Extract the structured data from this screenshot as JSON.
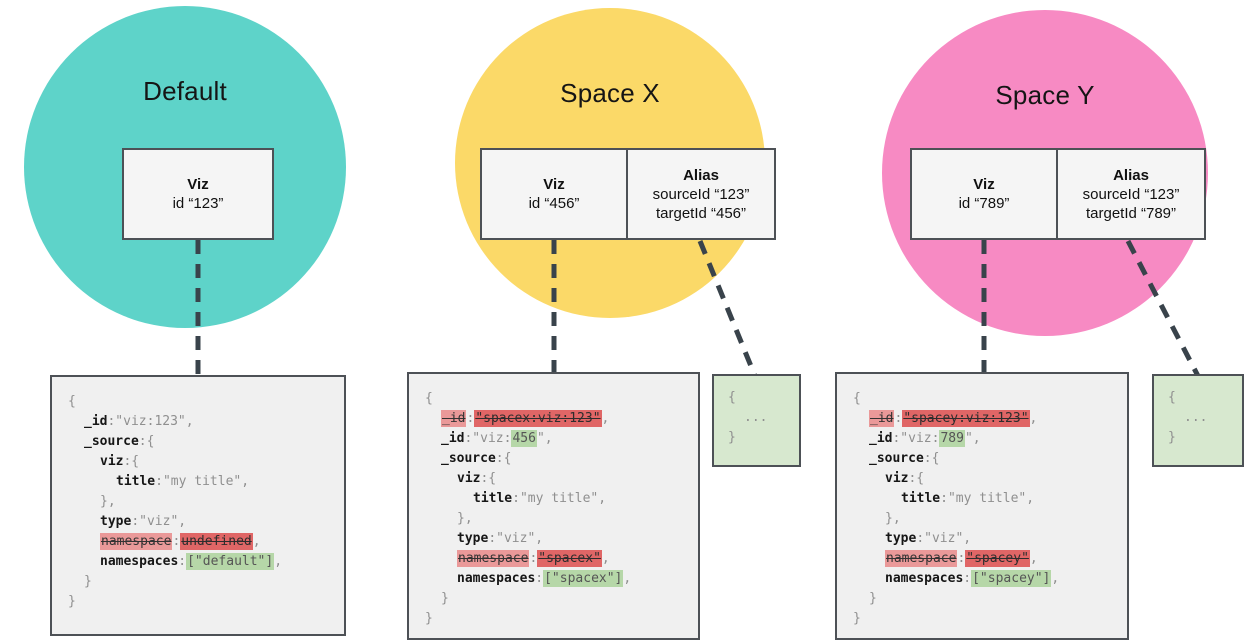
{
  "colors": {
    "connector": "#39434b",
    "doc_background": "#f0f0f0",
    "stub_background": "#d7e8cf",
    "highlight_removed_key": "#ea9999",
    "highlight_removed_value": "#e06666",
    "highlight_added": "#b6d7a8"
  },
  "spaces": [
    {
      "name": "Default",
      "color": "#5ed3c9",
      "cards": [
        {
          "title": "Viz",
          "lines": [
            "id “123”"
          ]
        }
      ]
    },
    {
      "name": "Space X",
      "color": "#fbd968",
      "cards": [
        {
          "title": "Viz",
          "lines": [
            "id “456”"
          ]
        },
        {
          "title": "Alias",
          "lines": [
            "sourceId “123”",
            "targetId “456”"
          ]
        }
      ]
    },
    {
      "name": "Space Y",
      "color": "#f78ac3",
      "cards": [
        {
          "title": "Viz",
          "lines": [
            "id “789”"
          ]
        },
        {
          "title": "Alias",
          "lines": [
            "sourceId “123”",
            "targetId “789”"
          ]
        }
      ]
    }
  ],
  "documents": [
    {
      "variant": "full",
      "lines": [
        {
          "indent": 0,
          "segs": [
            {
              "t": "{",
              "k": "plain"
            }
          ]
        },
        {
          "indent": 1,
          "segs": [
            {
              "t": "_id",
              "k": "key"
            },
            {
              "t": ":\"viz:123\",",
              "k": "plain"
            }
          ]
        },
        {
          "indent": 1,
          "segs": [
            {
              "t": "_source",
              "k": "key"
            },
            {
              "t": ":{",
              "k": "plain"
            }
          ]
        },
        {
          "indent": 2,
          "segs": [
            {
              "t": "viz",
              "k": "key"
            },
            {
              "t": ":{",
              "k": "plain"
            }
          ]
        },
        {
          "indent": 3,
          "segs": [
            {
              "t": "title",
              "k": "key"
            },
            {
              "t": ":\"my title\",",
              "k": "plain"
            }
          ]
        },
        {
          "indent": 2,
          "segs": [
            {
              "t": "},",
              "k": "plain"
            }
          ]
        },
        {
          "indent": 2,
          "segs": [
            {
              "t": "type",
              "k": "key"
            },
            {
              "t": ":\"viz\",",
              "k": "plain"
            }
          ]
        },
        {
          "indent": 2,
          "segs": [
            {
              "t": "namespace",
              "k": "del"
            },
            {
              "t": ":",
              "k": "plain"
            },
            {
              "t": "undefined",
              "k": "delval"
            },
            {
              "t": ",",
              "k": "plain"
            }
          ]
        },
        {
          "indent": 2,
          "segs": [
            {
              "t": "namespaces",
              "k": "key"
            },
            {
              "t": ":",
              "k": "plain"
            },
            {
              "t": "[\"default\"]",
              "k": "add"
            },
            {
              "t": ",",
              "k": "plain"
            }
          ]
        },
        {
          "indent": 1,
          "segs": [
            {
              "t": "}",
              "k": "plain"
            }
          ]
        },
        {
          "indent": 0,
          "segs": [
            {
              "t": "}",
              "k": "plain"
            }
          ]
        }
      ]
    },
    {
      "variant": "full",
      "lines": [
        {
          "indent": 0,
          "segs": [
            {
              "t": "{",
              "k": "plain"
            }
          ]
        },
        {
          "indent": 1,
          "segs": [
            {
              "t": "_id",
              "k": "del"
            },
            {
              "t": ":",
              "k": "plain"
            },
            {
              "t": "\"spacex:viz:123\"",
              "k": "delval"
            },
            {
              "t": ",",
              "k": "plain"
            }
          ]
        },
        {
          "indent": 1,
          "segs": [
            {
              "t": "_id",
              "k": "key"
            },
            {
              "t": ":\"viz:",
              "k": "plain"
            },
            {
              "t": "456",
              "k": "add"
            },
            {
              "t": "\",",
              "k": "plain"
            }
          ]
        },
        {
          "indent": 1,
          "segs": [
            {
              "t": "_source",
              "k": "key"
            },
            {
              "t": ":{",
              "k": "plain"
            }
          ]
        },
        {
          "indent": 2,
          "segs": [
            {
              "t": "viz",
              "k": "key"
            },
            {
              "t": ":{",
              "k": "plain"
            }
          ]
        },
        {
          "indent": 3,
          "segs": [
            {
              "t": "title",
              "k": "key"
            },
            {
              "t": ":\"my title\",",
              "k": "plain"
            }
          ]
        },
        {
          "indent": 2,
          "segs": [
            {
              "t": "},",
              "k": "plain"
            }
          ]
        },
        {
          "indent": 2,
          "segs": [
            {
              "t": "type",
              "k": "key"
            },
            {
              "t": ":\"viz\",",
              "k": "plain"
            }
          ]
        },
        {
          "indent": 2,
          "segs": [
            {
              "t": "namespace",
              "k": "del"
            },
            {
              "t": ":",
              "k": "plain"
            },
            {
              "t": "\"spacex\"",
              "k": "delval"
            },
            {
              "t": ",",
              "k": "plain"
            }
          ]
        },
        {
          "indent": 2,
          "segs": [
            {
              "t": "namespaces",
              "k": "key"
            },
            {
              "t": ":",
              "k": "plain"
            },
            {
              "t": "[\"spacex\"]",
              "k": "add"
            },
            {
              "t": ",",
              "k": "plain"
            }
          ]
        },
        {
          "indent": 1,
          "segs": [
            {
              "t": "}",
              "k": "plain"
            }
          ]
        },
        {
          "indent": 0,
          "segs": [
            {
              "t": "}",
              "k": "plain"
            }
          ]
        }
      ]
    },
    {
      "variant": "stub",
      "lines": [
        {
          "indent": 0,
          "segs": [
            {
              "t": "{",
              "k": "plain"
            }
          ]
        },
        {
          "indent": 1,
          "segs": [
            {
              "t": "...",
              "k": "plain"
            }
          ]
        },
        {
          "indent": 0,
          "segs": [
            {
              "t": "}",
              "k": "plain"
            }
          ]
        }
      ]
    },
    {
      "variant": "full",
      "lines": [
        {
          "indent": 0,
          "segs": [
            {
              "t": "{",
              "k": "plain"
            }
          ]
        },
        {
          "indent": 1,
          "segs": [
            {
              "t": "_id",
              "k": "del"
            },
            {
              "t": ":",
              "k": "plain"
            },
            {
              "t": "\"spacey:viz:123\"",
              "k": "delval"
            },
            {
              "t": ",",
              "k": "plain"
            }
          ]
        },
        {
          "indent": 1,
          "segs": [
            {
              "t": "_id",
              "k": "key"
            },
            {
              "t": ":\"viz:",
              "k": "plain"
            },
            {
              "t": "789",
              "k": "add"
            },
            {
              "t": "\",",
              "k": "plain"
            }
          ]
        },
        {
          "indent": 1,
          "segs": [
            {
              "t": "_source",
              "k": "key"
            },
            {
              "t": ":{",
              "k": "plain"
            }
          ]
        },
        {
          "indent": 2,
          "segs": [
            {
              "t": "viz",
              "k": "key"
            },
            {
              "t": ":{",
              "k": "plain"
            }
          ]
        },
        {
          "indent": 3,
          "segs": [
            {
              "t": "title",
              "k": "key"
            },
            {
              "t": ":\"my title\",",
              "k": "plain"
            }
          ]
        },
        {
          "indent": 2,
          "segs": [
            {
              "t": "},",
              "k": "plain"
            }
          ]
        },
        {
          "indent": 2,
          "segs": [
            {
              "t": "type",
              "k": "key"
            },
            {
              "t": ":\"viz\",",
              "k": "plain"
            }
          ]
        },
        {
          "indent": 2,
          "segs": [
            {
              "t": "namespace",
              "k": "del"
            },
            {
              "t": ":",
              "k": "plain"
            },
            {
              "t": "\"spacey\"",
              "k": "delval"
            },
            {
              "t": ",",
              "k": "plain"
            }
          ]
        },
        {
          "indent": 2,
          "segs": [
            {
              "t": "namespaces",
              "k": "key"
            },
            {
              "t": ":",
              "k": "plain"
            },
            {
              "t": "[\"spacey\"]",
              "k": "add"
            },
            {
              "t": ",",
              "k": "plain"
            }
          ]
        },
        {
          "indent": 1,
          "segs": [
            {
              "t": "}",
              "k": "plain"
            }
          ]
        },
        {
          "indent": 0,
          "segs": [
            {
              "t": "}",
              "k": "plain"
            }
          ]
        }
      ]
    },
    {
      "variant": "stub",
      "lines": [
        {
          "indent": 0,
          "segs": [
            {
              "t": "{",
              "k": "plain"
            }
          ]
        },
        {
          "indent": 1,
          "segs": [
            {
              "t": "...",
              "k": "plain"
            }
          ]
        },
        {
          "indent": 0,
          "segs": [
            {
              "t": "}",
              "k": "plain"
            }
          ]
        }
      ]
    }
  ]
}
